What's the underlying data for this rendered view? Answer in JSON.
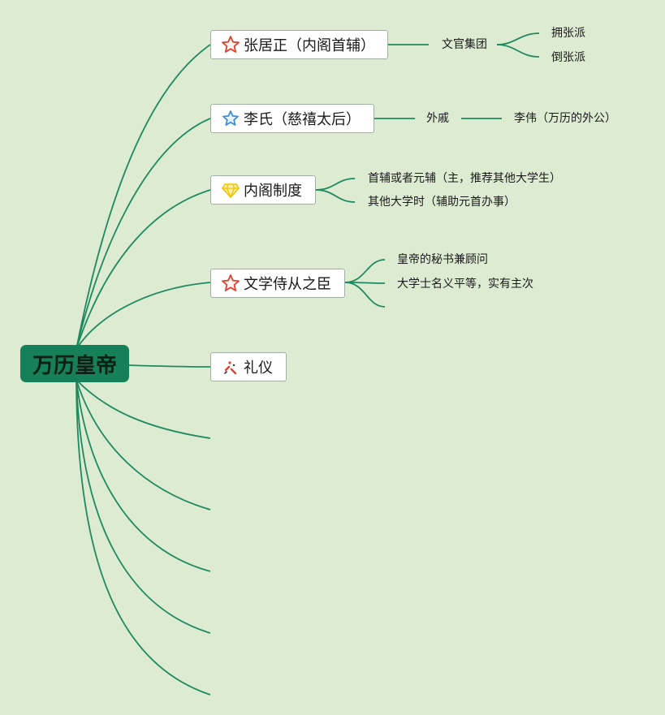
{
  "root": {
    "label": "万历皇帝"
  },
  "topics": [
    {
      "label": "张居正（内阁首辅）",
      "icon": "red-star-icon"
    },
    {
      "label": "李氏（慈禧太后）",
      "icon": "blue-star-icon"
    },
    {
      "label": "内阁制度",
      "icon": "gem-icon"
    },
    {
      "label": "文学侍从之臣",
      "icon": "red-star-icon"
    },
    {
      "label": "礼仪",
      "icon": "ribbon-icon"
    }
  ],
  "subtopics": {
    "zhang": {
      "group": "文官集团",
      "factions": [
        "拥张派",
        "倒张派"
      ]
    },
    "li": {
      "relation": "外戚",
      "person": "李伟（万历的外公）"
    },
    "cabinet": [
      "首辅或者元辅（主，推荐其他大学生）",
      "其他大学时（辅助元首办事）"
    ],
    "literati": [
      "皇帝的秘书兼顾问",
      "大学士名义平等，实有主次"
    ]
  },
  "colors": {
    "background": "#dcebd2",
    "root_fill": "#16805a",
    "edge": "#1e8a5e",
    "star_red": "#e0412f",
    "star_blue": "#3b8ed8",
    "gem_yellow": "#f2c200"
  }
}
